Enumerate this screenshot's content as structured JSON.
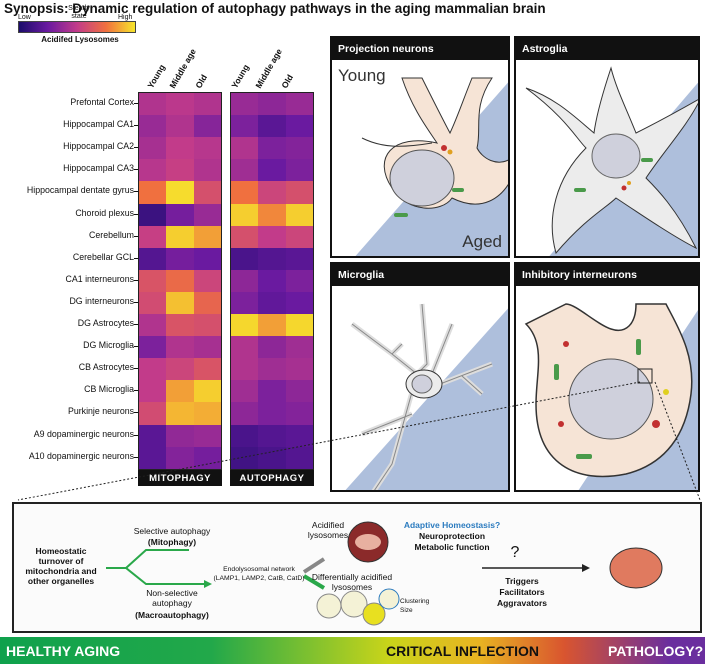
{
  "title": "Synopsis: Dynamic regulation of autophagy pathways in the aging mammalian brain",
  "legend": {
    "low": "Low",
    "steady_state": "Steady state",
    "high": "High",
    "title": "Acidifed Lysosomes"
  },
  "columns": [
    "Young",
    "Middle age",
    "Old"
  ],
  "rows": [
    "Prefontal Cortex",
    "Hippocampal CA1",
    "Hippocampal CA2",
    "Hippocampal CA3",
    "Hippocampal dentate gyrus",
    "Choroid plexus",
    "Cerebellum",
    "Cerebellar GCL",
    "CA1 interneurons",
    "DG interneurons",
    "DG Astrocytes",
    "DG Microglia",
    "CB Astrocytes",
    "CB Microglia",
    "Purkinje neurons",
    "A9 dopaminergic neurons",
    "A10 dopaminergic neurons"
  ],
  "heatmaps": [
    {
      "label": "MITOPHAGY",
      "values": [
        [
          0.45,
          0.48,
          0.45
        ],
        [
          0.38,
          0.45,
          0.33
        ],
        [
          0.42,
          0.5,
          0.47
        ],
        [
          0.47,
          0.52,
          0.45
        ],
        [
          0.75,
          0.98,
          0.6
        ],
        [
          0.1,
          0.28,
          0.38
        ],
        [
          0.52,
          0.95,
          0.85
        ],
        [
          0.18,
          0.28,
          0.25
        ],
        [
          0.62,
          0.72,
          0.55
        ],
        [
          0.58,
          0.92,
          0.7
        ],
        [
          0.45,
          0.62,
          0.6
        ],
        [
          0.3,
          0.45,
          0.42
        ],
        [
          0.5,
          0.55,
          0.62
        ],
        [
          0.5,
          0.85,
          0.95
        ],
        [
          0.58,
          0.9,
          0.88
        ],
        [
          0.2,
          0.36,
          0.38
        ],
        [
          0.2,
          0.32,
          0.28
        ]
      ]
    },
    {
      "label": "AUTOPHAGY",
      "values": [
        [
          0.38,
          0.35,
          0.38
        ],
        [
          0.3,
          0.2,
          0.25
        ],
        [
          0.45,
          0.3,
          0.32
        ],
        [
          0.4,
          0.25,
          0.3
        ],
        [
          0.75,
          0.55,
          0.6
        ],
        [
          0.95,
          0.8,
          0.95
        ],
        [
          0.6,
          0.5,
          0.55
        ],
        [
          0.15,
          0.18,
          0.2
        ],
        [
          0.35,
          0.25,
          0.3
        ],
        [
          0.3,
          0.22,
          0.25
        ],
        [
          0.97,
          0.85,
          0.97
        ],
        [
          0.45,
          0.35,
          0.4
        ],
        [
          0.45,
          0.4,
          0.42
        ],
        [
          0.4,
          0.3,
          0.35
        ],
        [
          0.35,
          0.3,
          0.32
        ],
        [
          0.15,
          0.18,
          0.2
        ],
        [
          0.12,
          0.15,
          0.18
        ]
      ]
    }
  ],
  "panels": {
    "projection": {
      "title": "Projection neurons",
      "young": "Young",
      "aged": "Aged"
    },
    "astroglia": {
      "title": "Astroglia"
    },
    "microglia": {
      "title": "Microglia"
    },
    "inhibitory": {
      "title": "Inhibitory interneurons"
    }
  },
  "bottom": {
    "homeostatic": "Homeostatic turnover of mitochondria and other organelles",
    "selective_1": "Selective autophagy",
    "selective_2": "(Mitophagy)",
    "nonselective_1": "Non-selective autophagy",
    "nonselective_2": "(Macroautophagy)",
    "endo_1": "Endolysosomal network",
    "endo_2": "(LAMP1, LAMP2, CatB, CatD)",
    "acidified": "Acidified lysosomes",
    "diff": "Differentially acidified lysosomes",
    "clustering": "Clustering",
    "size": "Size",
    "adaptive": "Adaptive Homeostasis?",
    "neuroprot": "Neuroprotection",
    "metabolic": "Metabolic function",
    "question": "?",
    "triggers": "Triggers",
    "facilitators": "Facilitators",
    "aggravators": "Aggravators"
  },
  "bar": {
    "left": "HEALTHY AGING",
    "middle": "CRITICAL INFLECTION",
    "right": "PATHOLOGY?"
  },
  "colors": {
    "low": "#1b0c6b",
    "high": "#f6e52b",
    "panel_bg_aged": "#aebfdc",
    "cell_body": "#f6e4d6",
    "adaptive_text": "#2b7bbf"
  }
}
